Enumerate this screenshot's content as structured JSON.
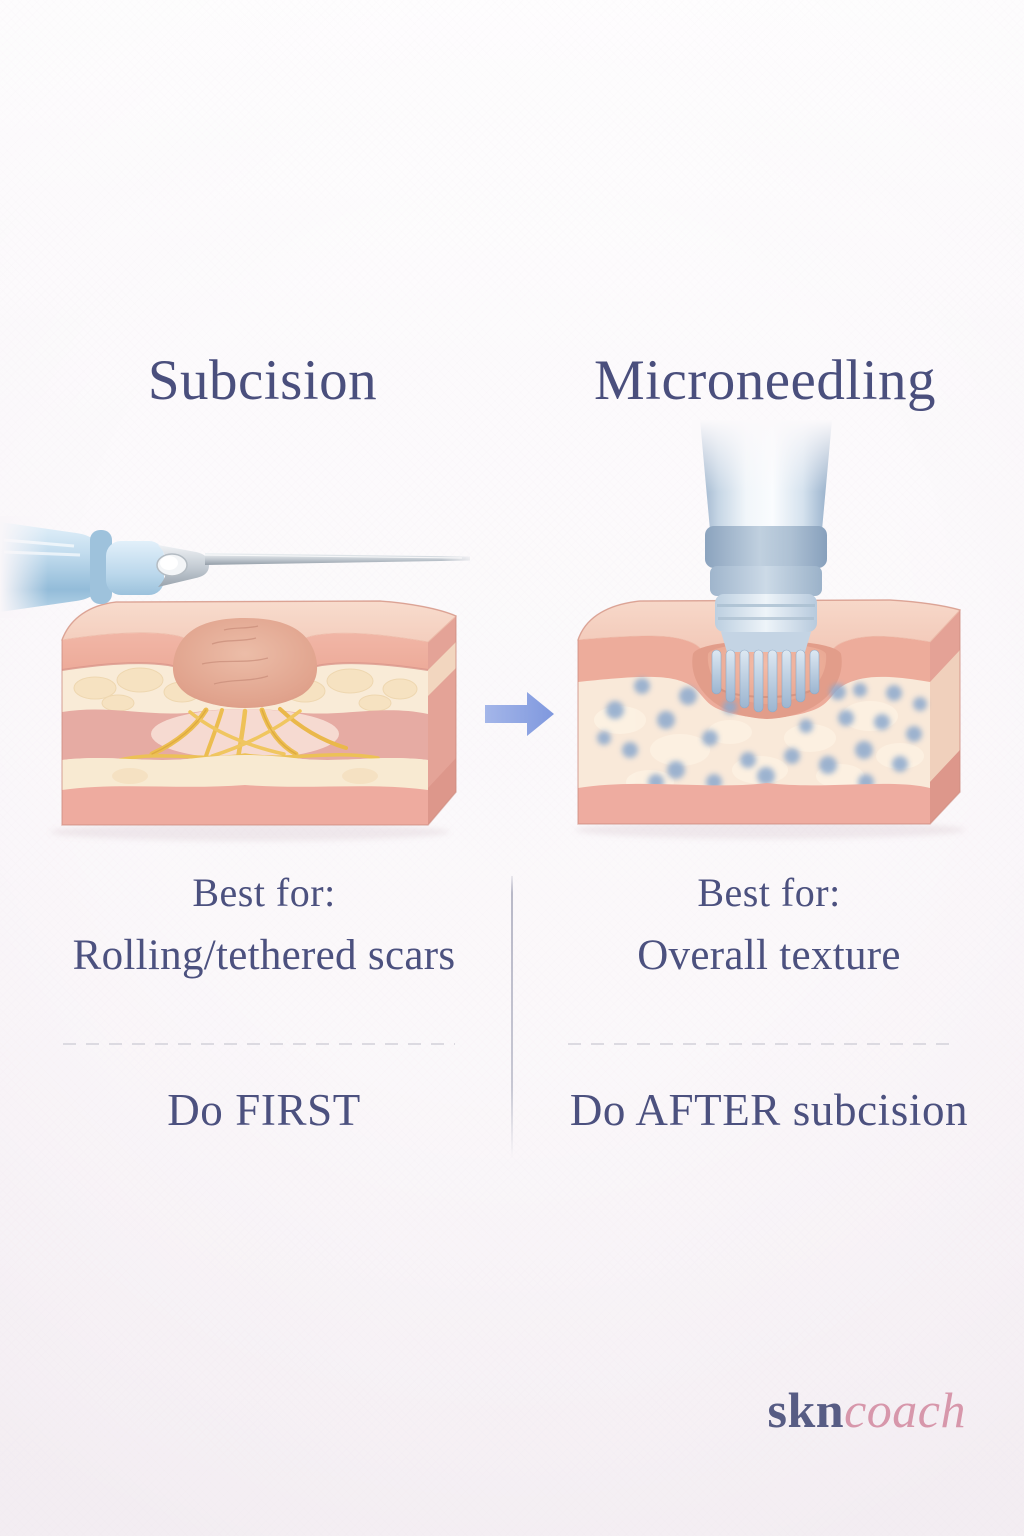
{
  "poster": {
    "left_column": {
      "title": "Subcision",
      "best_for_label": "Best for:",
      "best_for_value": "Rolling/tethered scars",
      "sequence_note": "Do FIRST",
      "illustration_alt": "cannula-needle-above-rolling-tethered-scar-skin-cross-section"
    },
    "right_column": {
      "title": "Microneedling",
      "best_for_label": "Best for:",
      "best_for_value": "Overall texture",
      "sequence_note": "Do AFTER subcision",
      "illustration_alt": "microneedling-pen-pressing-into-skin-cross-section"
    },
    "arrow": {
      "meaning": "then",
      "direction": "right"
    },
    "logo": {
      "prefix": "skn",
      "suffix": "coach"
    }
  },
  "colors": {
    "heading_text": "#4a4f7d",
    "body_text": "#4c517f",
    "arrow_blue": "#8ca5e2",
    "divider_grey": "#c7c7d3",
    "dashed_line": "#dcdae1",
    "logo_prefix": "#575c84",
    "logo_suffix": "#d797ab",
    "background_top": "#fdfcfd",
    "background_bottom": "#f3edf2",
    "skin_pink": "#efb3a4",
    "skin_top_face": "#f5d3c4",
    "fat_cream": "#f9ebd7",
    "tether_yellow": "#ecbd50",
    "micro_dot_blue": "#8ca9cd",
    "device_blue": "#b9cde2"
  }
}
